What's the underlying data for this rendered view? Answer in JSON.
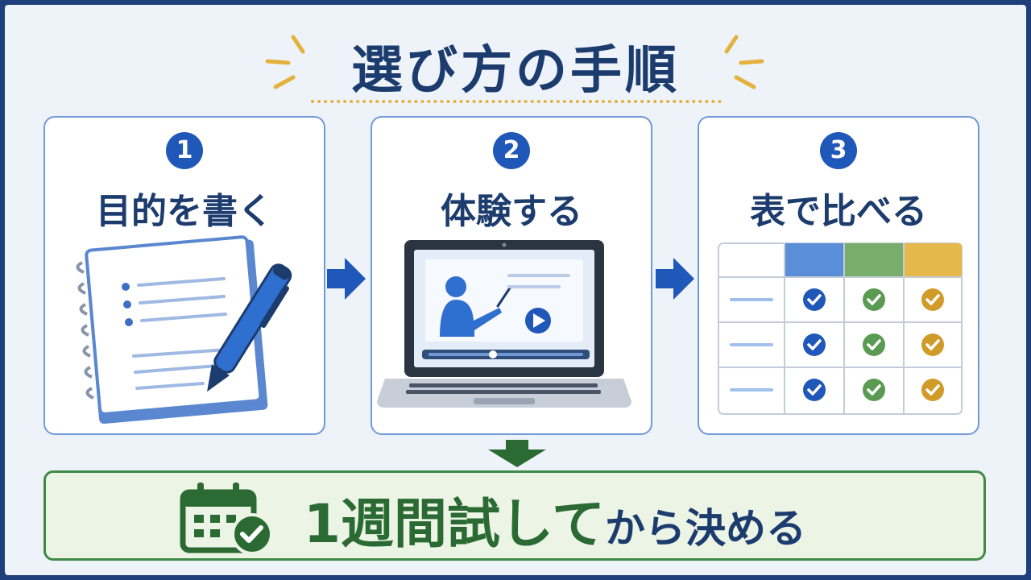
{
  "title": "選び方の手順",
  "steps": [
    {
      "number": "1",
      "label": "目的を書く",
      "icon": "notebook-pen-icon"
    },
    {
      "number": "2",
      "label": "体験する",
      "icon": "laptop-video-icon"
    },
    {
      "number": "3",
      "label": "表で比べる",
      "icon": "comparison-table-icon"
    }
  ],
  "result": {
    "icon": "calendar-check-icon",
    "emphasis": "1週間試して",
    "rest": "から決める"
  },
  "colors": {
    "navy": "#1d3c6e",
    "blue": "#1f58b8",
    "green": "#3f8a47",
    "yellow": "#e3b13c"
  }
}
